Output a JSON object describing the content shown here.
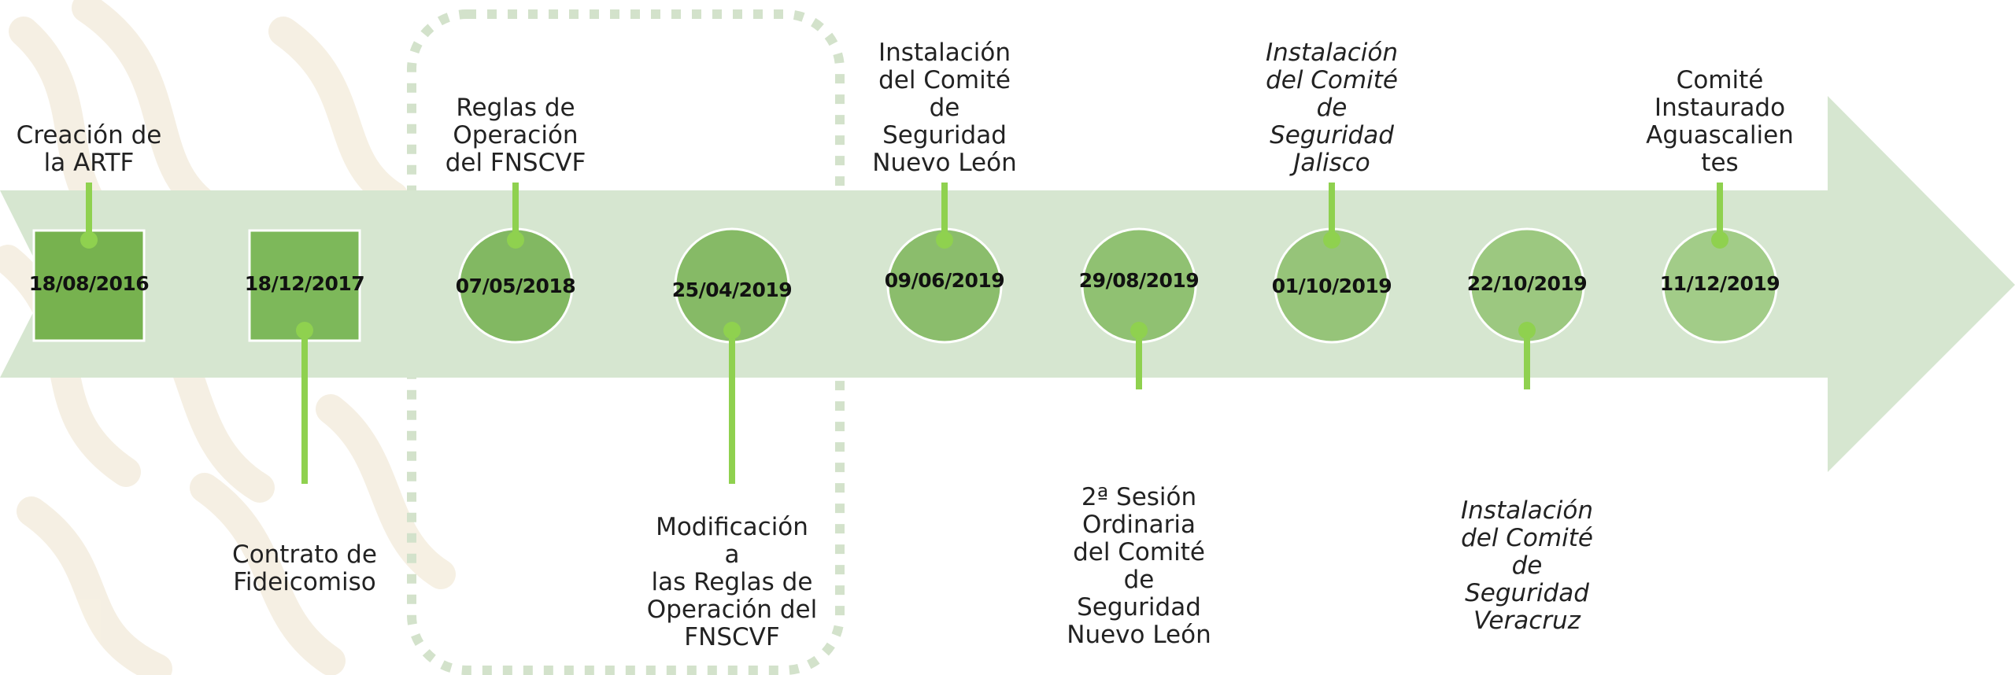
{
  "events": [
    {
      "date": "18/08/2016",
      "label": "Creación de\nla ARTF",
      "shape": "square",
      "position": "above",
      "italic": false,
      "color": "#77b24f"
    },
    {
      "date": "18/12/2017",
      "label": "Contrato de\nFideicomiso",
      "shape": "square",
      "position": "below",
      "italic": false,
      "color": "#7db85a"
    },
    {
      "date": "07/05/2018",
      "label": "Reglas de\nOperación\ndel FNSCVF",
      "shape": "circle",
      "position": "above",
      "italic": false,
      "color": "#82b862"
    },
    {
      "date": "25/04/2019",
      "label": "Modificación a\nlas Reglas de\nOperación del\nFNSCVF",
      "shape": "circle",
      "position": "below",
      "italic": false,
      "color": "#86ba66"
    },
    {
      "date": "09/06/2019",
      "label": "Instalación\ndel Comité\nde\nSeguridad\nNuevo León",
      "shape": "circle",
      "position": "above",
      "italic": false,
      "color": "#8bbd6c"
    },
    {
      "date": "29/08/2019",
      "label": "2ª Sesión\nOrdinaria\ndel Comité\nde\nSeguridad\nNuevo León",
      "shape": "circle",
      "position": "below",
      "italic": false,
      "color": "#90c172"
    },
    {
      "date": "01/10/2019",
      "label": "Instalación\ndel Comité\nde\nSeguridad\nJalisco",
      "shape": "circle",
      "position": "above",
      "italic": true,
      "color": "#96c479"
    },
    {
      "date": "22/10/2019",
      "label": "Instalación\ndel Comité\nde\nSeguridad\nVeracruz",
      "shape": "circle",
      "position": "below",
      "italic": true,
      "color": "#9cc880"
    },
    {
      "date": "11/12/2019",
      "label": "Comité\nInstaurado\nAguascalien\ntes",
      "shape": "circle",
      "position": "above",
      "italic": false,
      "color": "#a2cc88"
    }
  ],
  "colors": {
    "arrow": "#d6e6d0",
    "connector": "#8fd14f",
    "bracket": "#d3e2cb",
    "background_pattern": "#f6f1e6"
  }
}
